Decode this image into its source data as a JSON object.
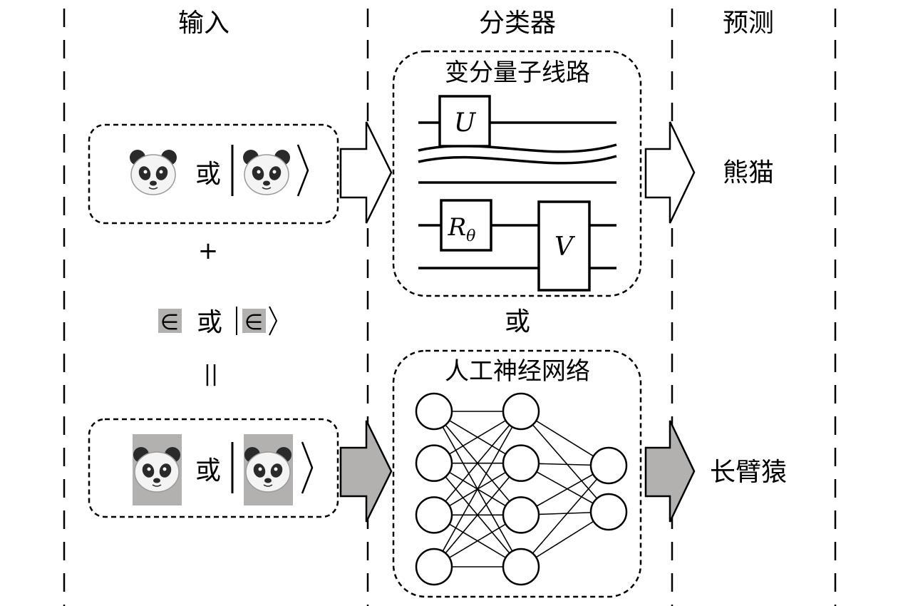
{
  "columns": {
    "input": "输入",
    "classifier": "分类器",
    "prediction": "预测"
  },
  "connector_or": "或",
  "plus": "+",
  "equals": "||",
  "perturbation_symbol": "∈",
  "quantum_circuit": {
    "title": "变分量子线路",
    "gate_u": "U",
    "gate_r": "R",
    "gate_r_sub": "θ",
    "gate_v": "V"
  },
  "neural_network": {
    "title": "人工神经网络",
    "layers": [
      4,
      4,
      2
    ]
  },
  "predictions": {
    "top": "熊猫",
    "bottom": "长臂猿"
  },
  "colors": {
    "perturbed_bg": "#b3b0b0",
    "adversarial_arrow": "#b3b0b0"
  }
}
